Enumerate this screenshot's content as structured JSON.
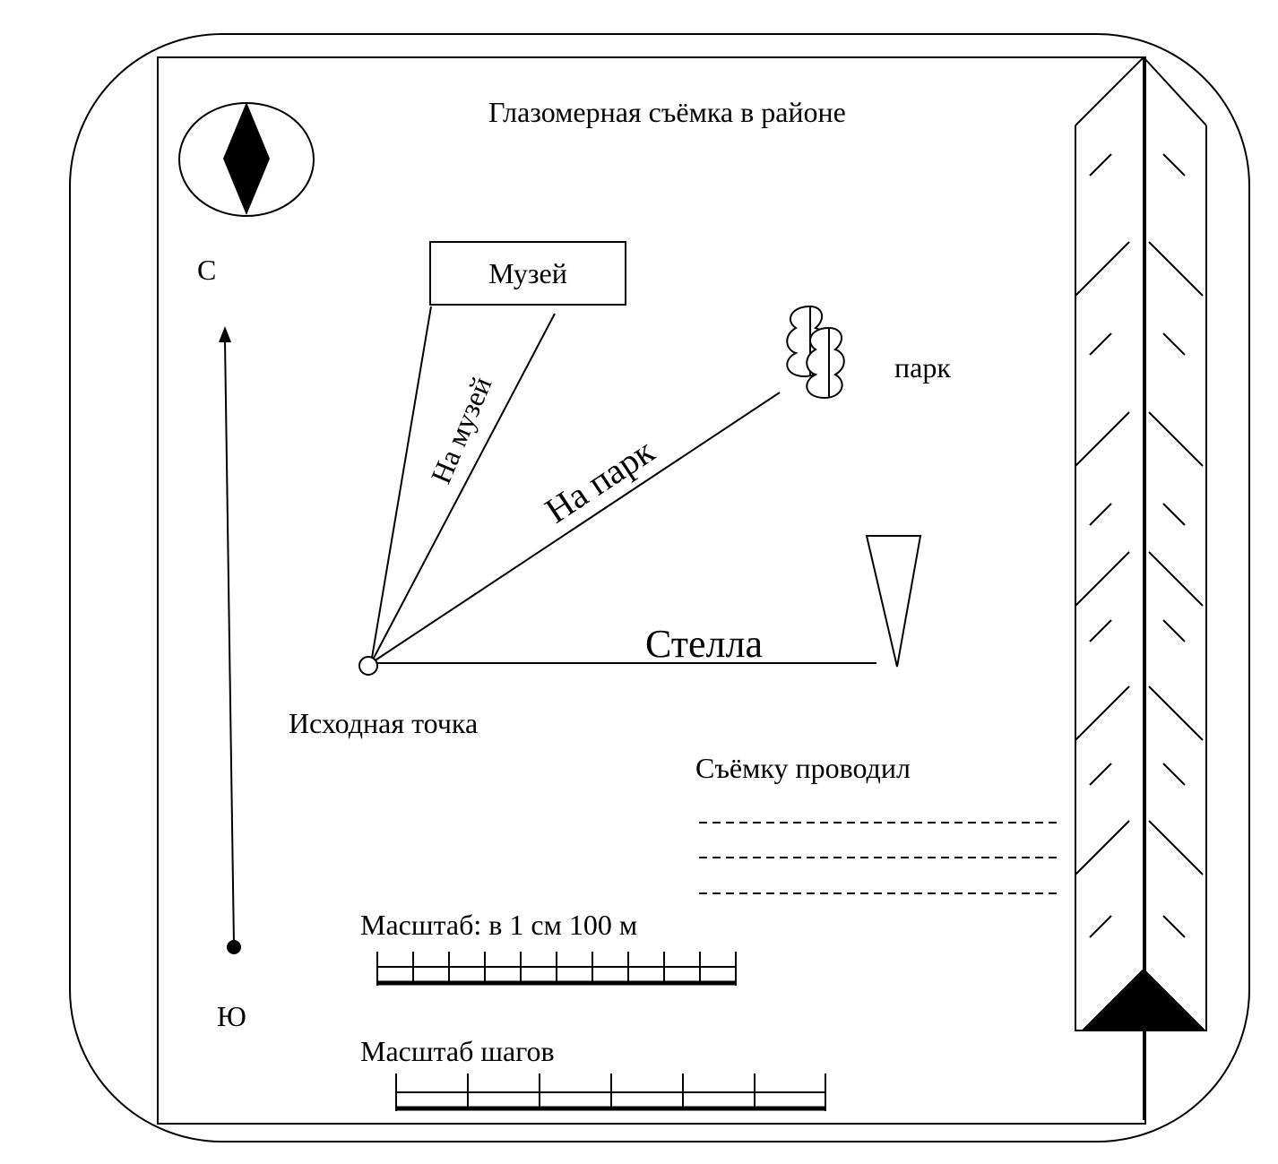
{
  "title": "Глазомерная съёмка в районе",
  "compass": {
    "north_label": "С",
    "south_label": "Ю"
  },
  "landmarks": {
    "museum_label": "Музей",
    "park_label": "парк",
    "stela_label": "Стелла",
    "origin_label": "Исходная точка"
  },
  "rays": {
    "museum": "На музей",
    "park": "На парк"
  },
  "surveyor": {
    "label": "Съёмку проводил"
  },
  "scales": {
    "metric_label": "Масштаб: в 1 см 100 м",
    "steps_label": "Масштаб шагов"
  },
  "colors": {
    "ink": "#000000",
    "paper": "#ffffff"
  }
}
